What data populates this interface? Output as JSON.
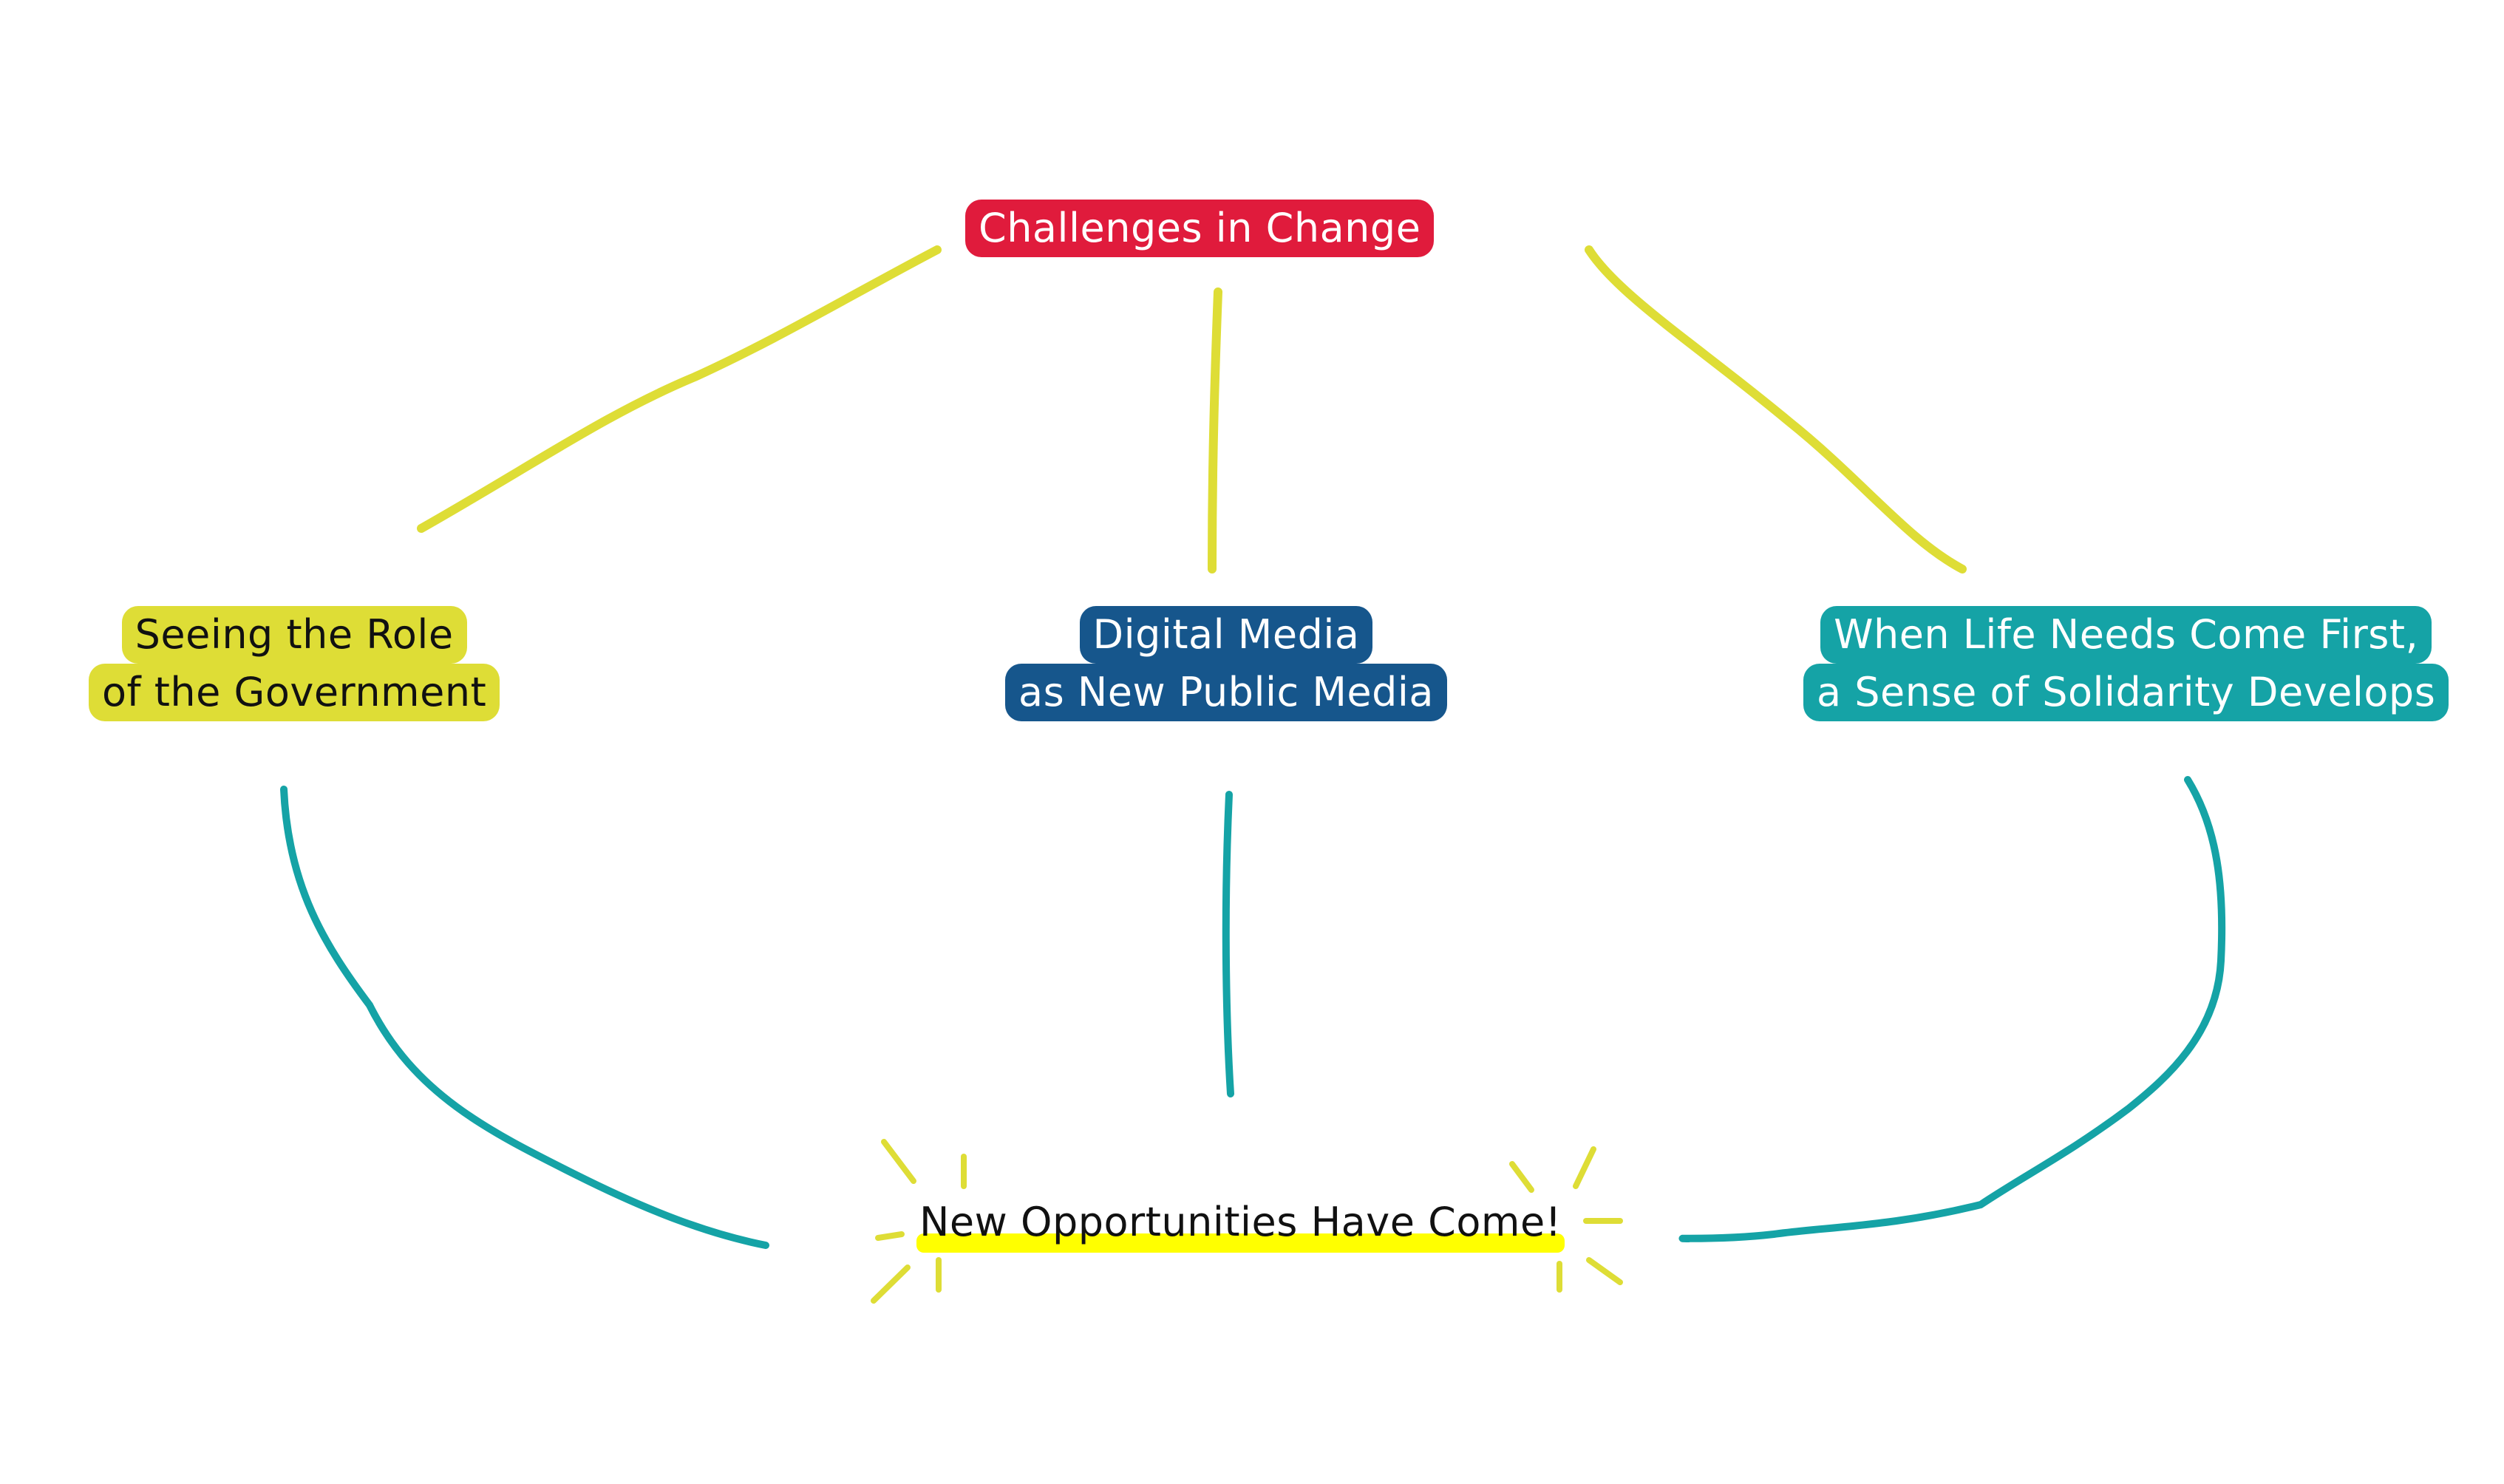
{
  "colors": {
    "red": "#e01b3c",
    "yellow": "#dedd36",
    "blue": "#16568c",
    "teal": "#15a3a6",
    "bright_yellow": "#ffff00"
  },
  "nodes": {
    "top": {
      "label": "Challenges in Change"
    },
    "left": {
      "line1": "Seeing the Role",
      "line2": "of the Government"
    },
    "middle": {
      "line1": "Digital Media",
      "line2": "as New Public Media"
    },
    "right": {
      "line1": "When Life Needs Come First,",
      "line2": "a Sense of Solidarity Develops"
    },
    "bottom": {
      "label": "New Opportunities Have Come!"
    }
  }
}
